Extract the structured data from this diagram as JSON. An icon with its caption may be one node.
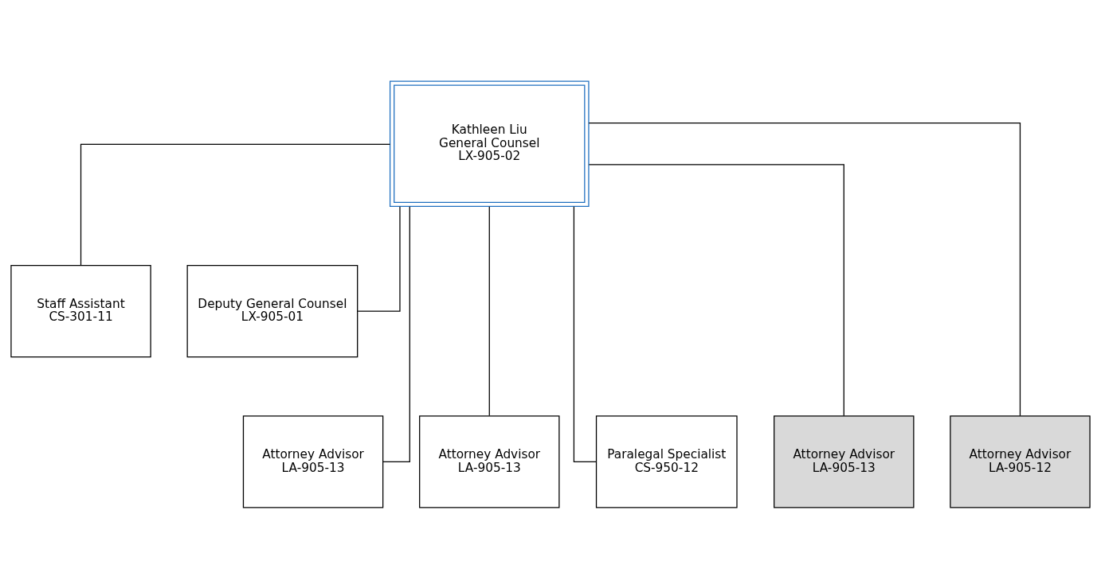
{
  "diagram": {
    "nodes": [
      {
        "text": [
          "Kathleen Liu",
          "General Counsel",
          "LX-905-02"
        ]
      },
      {
        "text": [
          "Staff Assistant",
          "CS-301-11"
        ]
      },
      {
        "text": [
          "Deputy General Counsel",
          "LX-905-01"
        ]
      },
      {
        "text": [
          "Attorney Advisor",
          "LA-905-13"
        ]
      },
      {
        "text": [
          "Attorney Advisor",
          "LA-905-13"
        ]
      },
      {
        "text": [
          "Paralegal Specialist",
          "CS-950-12"
        ]
      },
      {
        "text": [
          "Attorney Advisor",
          "LA-905-13"
        ]
      },
      {
        "text": [
          "Attorney Advisor",
          "LA-905-12"
        ]
      }
    ],
    "edges": [
      {
        "from": 0,
        "to": 1,
        "arrow": "none"
      },
      {
        "from": 0,
        "to": 2,
        "arrow": "none"
      },
      {
        "from": 0,
        "to": 3,
        "arrow": "none"
      },
      {
        "from": 0,
        "to": 4,
        "arrow": "none"
      },
      {
        "from": 0,
        "to": 5,
        "arrow": "none"
      },
      {
        "from": 0,
        "to": 6,
        "arrow": "none"
      },
      {
        "from": 0,
        "to": 7,
        "arrow": "none"
      }
    ]
  }
}
